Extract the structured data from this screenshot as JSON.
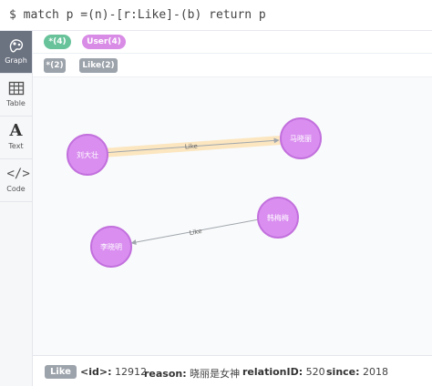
{
  "query": "$ match p =(n)-[r:Like]-(b) return p",
  "sidebar": {
    "items": [
      {
        "label": "Graph",
        "icon": "graph-icon"
      },
      {
        "label": "Table",
        "icon": "table-icon"
      },
      {
        "label": "Text",
        "icon": "text-icon"
      },
      {
        "label": "Code",
        "icon": "code-icon"
      }
    ]
  },
  "legend": {
    "labels": [
      {
        "text": "*(4)",
        "color": "#68c39b"
      },
      {
        "text": "User(4)",
        "color": "#d98ce6"
      }
    ],
    "relationships": [
      {
        "text": "*(2)",
        "color": "#9ca3ab"
      },
      {
        "text": "Like(2)",
        "color": "#9ca3ab"
      }
    ]
  },
  "graph": {
    "node_color": "#da8ff0",
    "node_border": "#c270dd",
    "nodes": [
      {
        "label": "刘大壮"
      },
      {
        "label": "马晓丽"
      },
      {
        "label": "韩梅梅"
      },
      {
        "label": "李晓明"
      }
    ],
    "relationships": [
      {
        "label": "Like",
        "selected": true
      },
      {
        "label": "Like",
        "selected": false
      }
    ]
  },
  "details": {
    "type": "Like",
    "properties": [
      {
        "key": "<id>:",
        "value": "12912"
      },
      {
        "key": "reason:",
        "value": "晓丽是女神"
      },
      {
        "key": "relationID:",
        "value": "520"
      },
      {
        "key": "since:",
        "value": "2018"
      }
    ]
  },
  "colors": {
    "highlight": "#fbe6c0",
    "edge": "#a0a6ad",
    "active_sidebar": "#6b7280"
  }
}
